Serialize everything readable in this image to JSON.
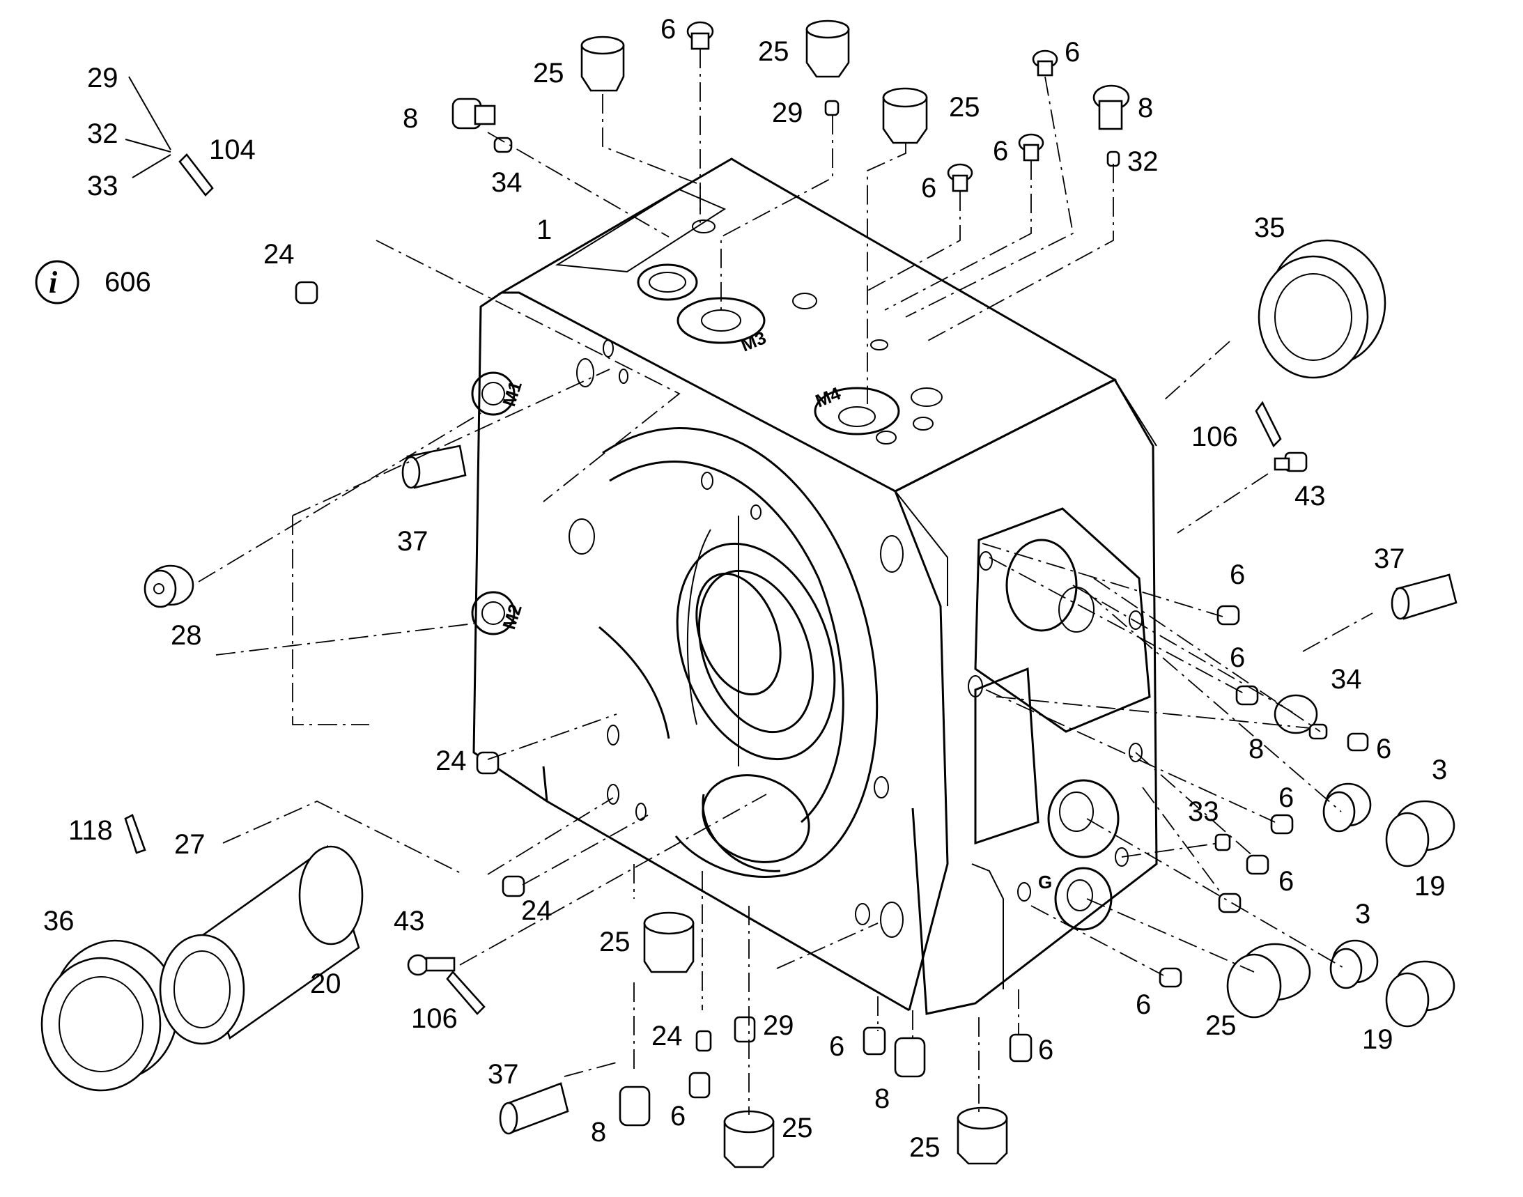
{
  "info_symbol": "i",
  "info_ref": "606",
  "port_markings": [
    "M1",
    "M2",
    "M3",
    "M4",
    "G"
  ],
  "callouts": [
    "29",
    "32",
    "33",
    "104",
    "8",
    "34",
    "25",
    "6",
    "25",
    "29",
    "25",
    "6",
    "8",
    "6",
    "6",
    "32",
    "1",
    "24",
    "35",
    "106",
    "43",
    "37",
    "28",
    "37",
    "6",
    "6",
    "34",
    "8",
    "6",
    "3",
    "6",
    "24",
    "33",
    "6",
    "19",
    "118",
    "27",
    "24",
    "36",
    "20",
    "43",
    "106",
    "25",
    "3",
    "24",
    "29",
    "6",
    "6",
    "25",
    "19",
    "37",
    "8",
    "6",
    "25",
    "6",
    "8",
    "25"
  ]
}
